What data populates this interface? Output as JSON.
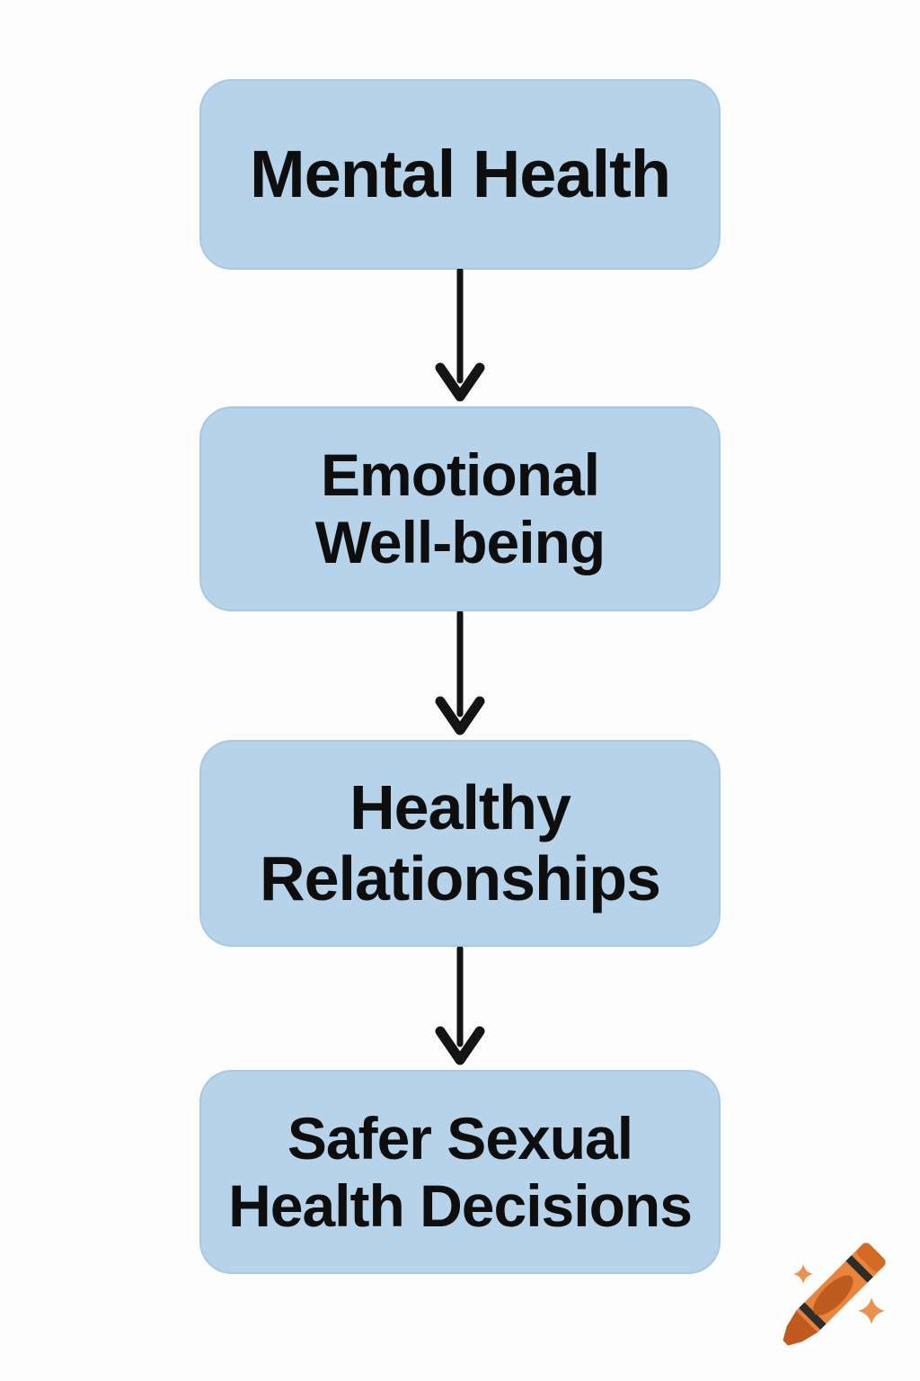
{
  "flowchart": {
    "nodes": [
      {
        "id": "mental-health",
        "label": "Mental Health"
      },
      {
        "id": "emotional-well-being",
        "label": "Emotional\nWell-being"
      },
      {
        "id": "healthy-relationships",
        "label": "Healthy\nRelationships"
      },
      {
        "id": "safer-sexual-health-decisions",
        "label": "Safer Sexual\nHealth Decisions"
      }
    ],
    "connections": [
      {
        "from": "mental-health",
        "to": "emotional-well-being"
      },
      {
        "from": "emotional-well-being",
        "to": "healthy-relationships"
      },
      {
        "from": "healthy-relationships",
        "to": "safer-sexual-health-decisions"
      }
    ],
    "colors": {
      "node_fill": "#B6D3E9",
      "node_border": "#A8C9E0",
      "node_text": "#0E0E0F",
      "arrow": "#141414",
      "background": "#FDFDFD"
    }
  },
  "watermark": {
    "icon": "crayon-with-sparkles",
    "colors": {
      "crayon_body": "#E8843C",
      "crayon_tip": "#C05A1D",
      "crayon_label_oval": "#BE5B1E",
      "crayon_end_cap": "#D26A24",
      "band": "#2F2D2B",
      "sparkle": "#EA9150"
    }
  }
}
